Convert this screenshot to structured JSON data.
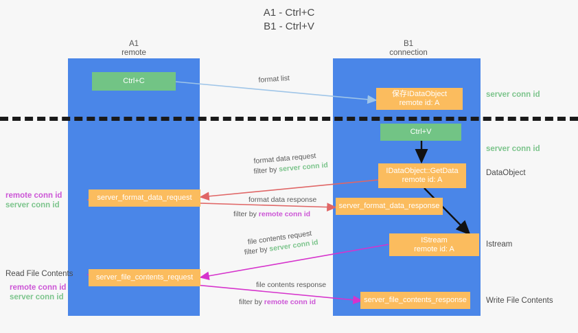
{
  "title": {
    "line1": "A1 - Ctrl+C",
    "line2": "B1 - Ctrl+V"
  },
  "columns": [
    {
      "name": "A1",
      "sub": "remote"
    },
    {
      "name": "B1",
      "sub": "connection"
    }
  ],
  "boxes": {
    "ctrl_c": "Ctrl+C",
    "ctrl_v": "Ctrl+V",
    "save_idataobject_l1": "保存IDataObject",
    "save_idataobject_l2": "remote id: A",
    "getdata_l1": "IDataObject::GetData",
    "getdata_l2": "remote id: A",
    "istream_l1": "IStream",
    "istream_l2": "remote id: A",
    "server_format_data_request": "server_format_data_request",
    "server_format_data_response": "server_format_data_response",
    "server_file_contents_request": "server_file_contents_request",
    "server_file_contents_response": "server_file_contents_response"
  },
  "right_labels": {
    "server_conn_id_top": "server conn id",
    "server_conn_id_mid": "server conn id",
    "data_object": "DataObject",
    "istream": "Istream",
    "write_file_contents": "Write File Contents"
  },
  "left_labels": {
    "remote_conn_id_1": "remote conn id",
    "server_conn_id_1": "server conn id",
    "read_file_contents": "Read File Contents",
    "remote_conn_id_2": "remote conn id",
    "server_conn_id_2": "server conn id"
  },
  "wire_labels": {
    "format_list": "format list",
    "format_data_request": "format data request",
    "filter_by": "filter by",
    "filter_server_conn_id": "server conn id",
    "format_data_response": "format data response",
    "filter_remote_conn_id": "remote conn id",
    "file_contents_request": "file contents request",
    "file_contents_response": "file contents response"
  },
  "colors": {
    "lane": "#4a86e8",
    "orange": "#fbbc5e",
    "green_box": "#72c485",
    "green_text": "#7cc48c",
    "magenta_text": "#cc56d6",
    "arrow_blue": "#9fc5e8",
    "arrow_red": "#e06666",
    "arrow_magenta": "#d633cc",
    "arrow_black": "#111111",
    "background": "#f7f7f7"
  }
}
